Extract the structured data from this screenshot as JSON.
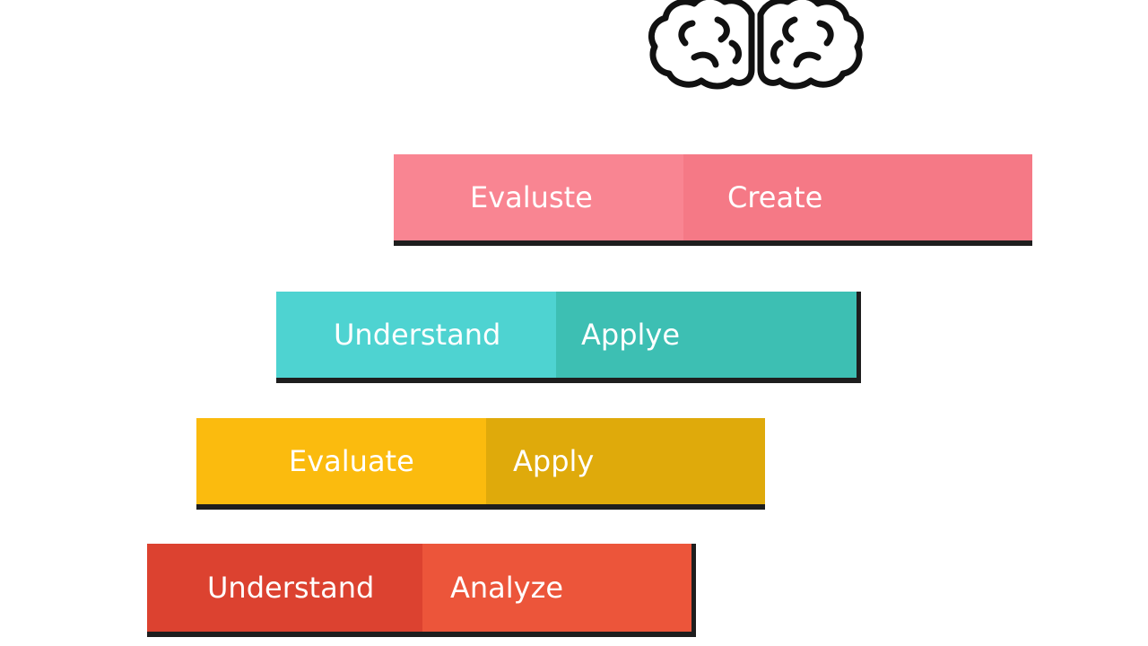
{
  "icon": "brain-icon",
  "levels": [
    {
      "left_label": "Evaluste",
      "right_label": "Create",
      "left_color": "#f98592",
      "right_color": "#f57986"
    },
    {
      "left_label": "Understand",
      "right_label": "Applye",
      "left_color": "#4ed3d1",
      "right_color": "#3dbfb3"
    },
    {
      "left_label": "Evaluate",
      "right_label": "Apply",
      "left_color": "#fbbb0e",
      "right_color": "#dfaa0b"
    },
    {
      "left_label": "Understand",
      "right_label": "Analyze",
      "left_color": "#dc4230",
      "right_color": "#ec553a"
    }
  ]
}
